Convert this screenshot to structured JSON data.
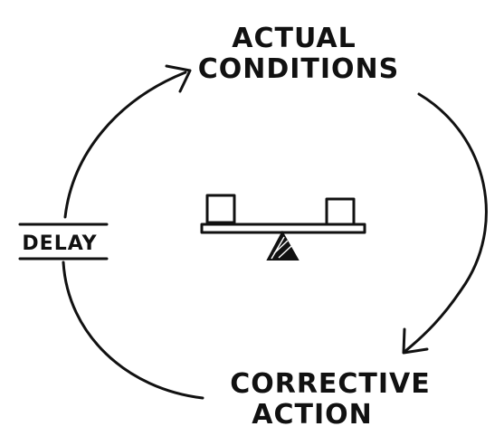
{
  "diagram": {
    "top_label": {
      "line1": "ACTUAL",
      "line2": "CONDITIONS"
    },
    "bottom_label": {
      "line1": "CORRECTIVE",
      "line2": "ACTION"
    },
    "delay_label": "DELAY",
    "center_icon": "balance-seesaw-icon",
    "ink_color": "#111111",
    "background_color": "#ffffff"
  }
}
